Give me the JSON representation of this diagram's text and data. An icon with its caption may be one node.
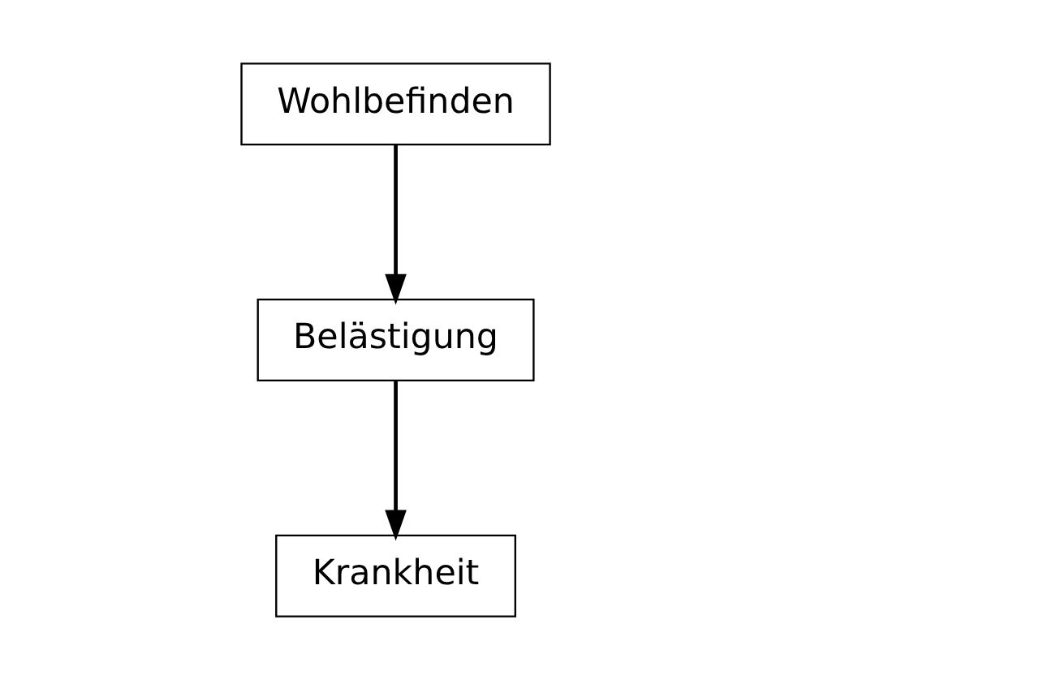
{
  "diagram": {
    "nodes": [
      {
        "text": [
          "Wohlbefinden"
        ]
      },
      {
        "text": [
          "Belästigung"
        ]
      },
      {
        "text": [
          "Krankheit"
        ]
      }
    ],
    "edges": [
      {
        "from": 0,
        "to": 1,
        "arrow": "to"
      },
      {
        "from": 1,
        "to": 2,
        "arrow": "to"
      }
    ]
  }
}
